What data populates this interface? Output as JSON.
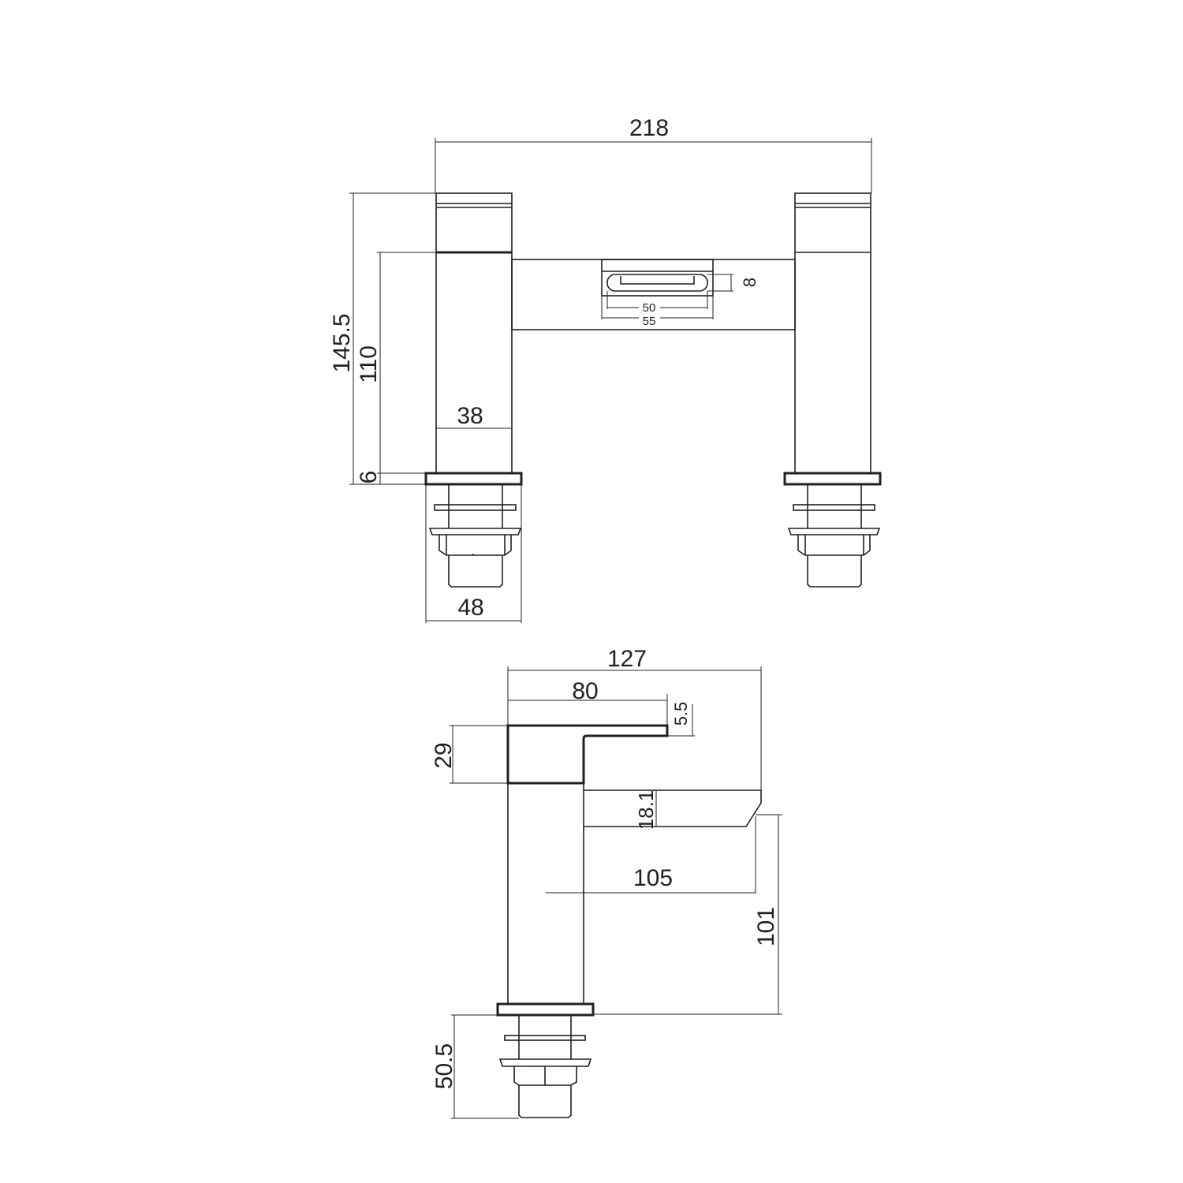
{
  "line_color": "#231f20",
  "front_view": {
    "overall_width": "218",
    "overall_height": "145.5",
    "body_height": "110",
    "base_thickness": "6",
    "pillar_width": "38",
    "base_width": "48",
    "spout_opening_height": "8",
    "spout_opening_inner_width": "50",
    "spout_opening_outer_width": "55"
  },
  "side_view": {
    "overall_depth": "127",
    "lever_length": "80",
    "lever_thickness": "5.5",
    "handle_height": "29",
    "spout_height": "18.1",
    "spout_reach": "105",
    "spout_clearance": "101",
    "shank_length": "50.5"
  }
}
